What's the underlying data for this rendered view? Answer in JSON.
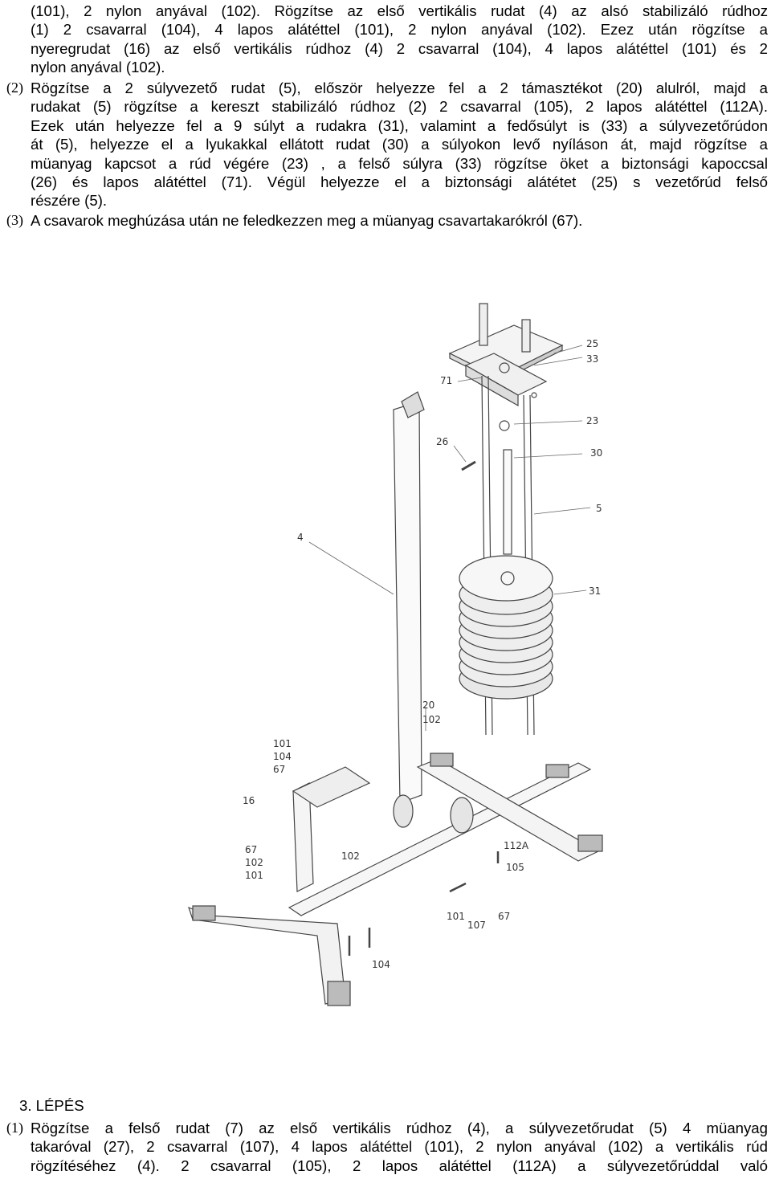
{
  "intro_lines": [
    "(101), 2 nylon anyával (102). Rögzítse az első vertikális rudat (4) az alsó stabilizáló rúdhoz",
    "(1) 2 csavarral (104), 4 lapos alátéttel (101), 2 nylon anyával (102). Ezez után rögzítse a",
    "nyeregrudat (16) az első vertikális rúdhoz (4) 2 csavarral (104), 4 lapos alátéttel (101) és 2",
    "nylon anyával (102)."
  ],
  "item2": {
    "number": "(2)",
    "lines": [
      "Rögzítse a 2 súlyvezető rudat (5), először helyezze fel a 2 támasztékot (20) alulról, majd a",
      "rudakat (5) rögzítse a kereszt stabilizáló rúdhoz (2) 2 csavarral (105), 2 lapos alátéttel (112A).",
      "Ezek után helyezze fel a 9 súlyt a rudakra (31), valamint a fedősúlyt is (33) a súlyvezetőrúdon",
      "át (5), helyezze el a lyukakkal ellátott rudat (30) a súlyokon levő nyíláson át, majd rögzítse a",
      "müanyag kapcsot a rúd végére (23) , a felső súlyra (33) rögzítse öket a biztonsági kapoccsal",
      "(26) és lapos alátéttel (71). Végül helyezze el a biztonsági alátétet (25) s  vezetőrúd felső",
      "részére (5)."
    ]
  },
  "item3": {
    "number": "(3)",
    "text": "A csavarok meghúzása után ne feledkezzen meg a müanyag csavartakarókról (67)."
  },
  "figure": {
    "labels": {
      "l25": "25",
      "l33": "33",
      "l71": "71",
      "l23": "23",
      "l26": "26",
      "l30": "30",
      "l5": "5",
      "l4": "4",
      "l31": "31",
      "l20": "20",
      "l102a": "102",
      "l101a": "101",
      "l104a": "104",
      "l67a": "67",
      "l16": "16",
      "l67b": "67",
      "l102b": "102",
      "l101b": "101",
      "l102c": "102",
      "l112a": "112A",
      "l105": "105",
      "l101c": "101",
      "l107": "107",
      "l67c": "67",
      "l104b": "104"
    }
  },
  "step3": {
    "heading": "3. LÉPÉS",
    "number": "(1)",
    "lines": [
      "Rögzítse a felső rudat (7) az első vertikális rúdhoz (4), a súlyvezetőrudat (5) 4 müanyag",
      "takaróval (27), 2 csavarral (107), 4 lapos alátéttel (101), 2 nylon anyával (102) a vertikális rúd",
      "rögzítéséhez (4). 2 csavarral (105), 2 lapos alátéttel (112A) a súlyvezetőrúddal való"
    ]
  }
}
